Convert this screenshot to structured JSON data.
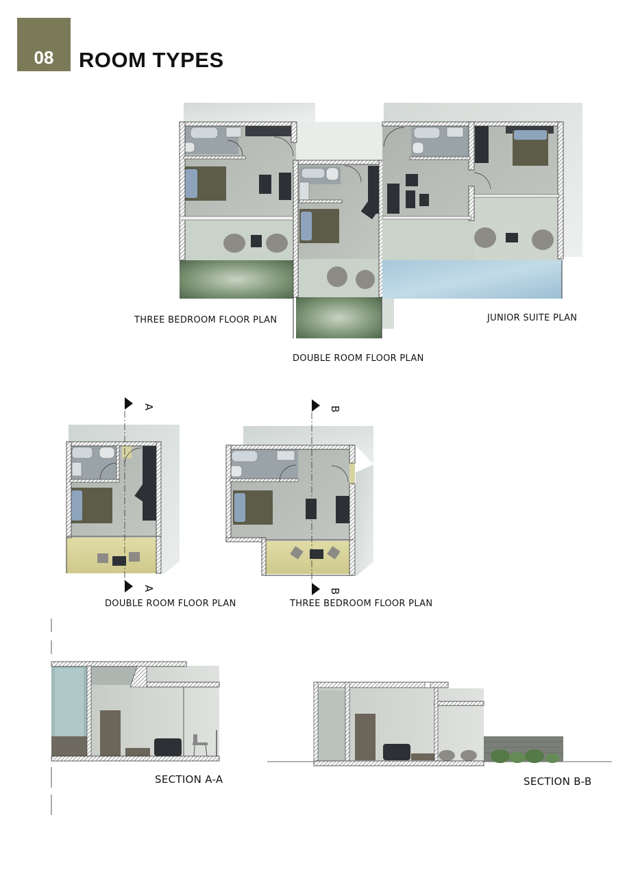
{
  "header": {
    "number": "08",
    "title": "ROOM TYPES",
    "accent_color": "#7b7a58"
  },
  "plans_top": {
    "three_bedroom_label": "THREE BEDROOM FLOOR PLAN",
    "junior_suite_label": "JUNIOR SUITE PLAN",
    "double_room_label": "DOUBLE ROOM FLOOR PLAN"
  },
  "plans_middle": {
    "double_room_label": "DOUBLE ROOM FLOOR PLAN",
    "three_bedroom_label": "THREE BEDROOM FLOOR PLAN",
    "section_marker_a": "A",
    "section_marker_b": "B"
  },
  "sections": {
    "section_a_label": "SECTION A-A",
    "section_b_label": "SECTION B-B"
  },
  "colors": {
    "floor": "#b9bdb8",
    "terrace": "#cfd6cf",
    "wall_hatch": "#555555",
    "furniture_dark": "#2c3035",
    "bed": "#5a5a47",
    "pillow": "#8fa6bf",
    "garden": "#6f8a68",
    "pool": "#a9c9dc",
    "deck": "#d9d49b"
  }
}
